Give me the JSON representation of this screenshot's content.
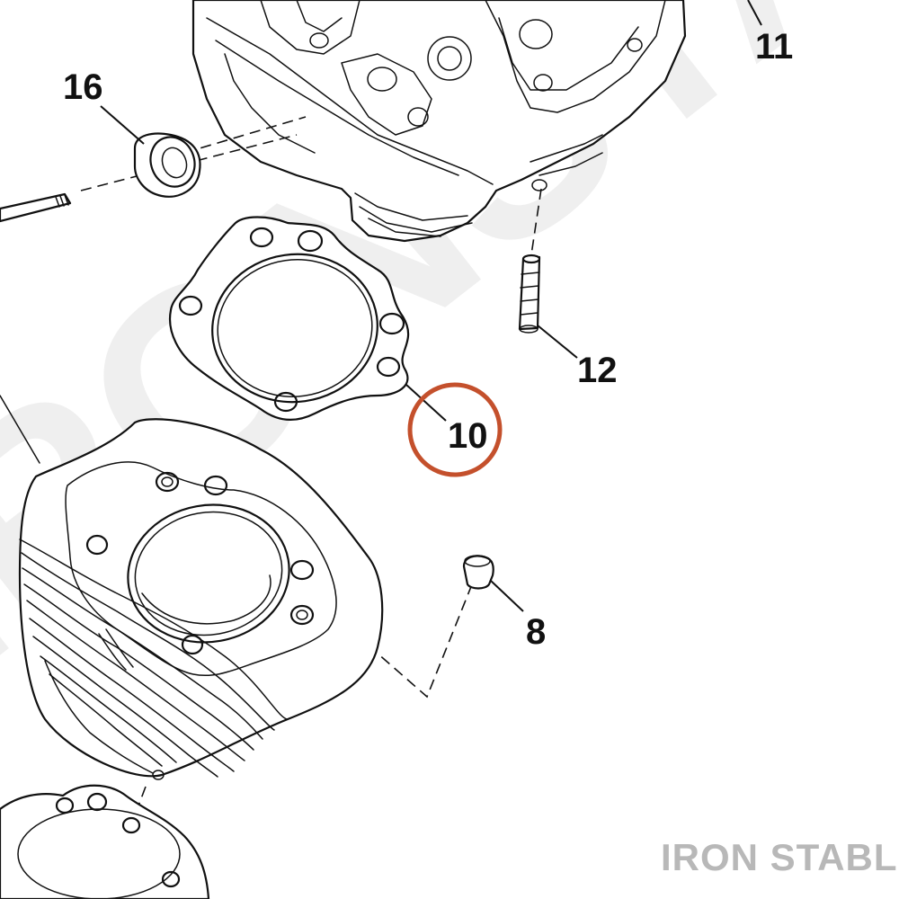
{
  "callouts": [
    {
      "id": "16",
      "label": "16"
    },
    {
      "id": "11",
      "label": "11"
    },
    {
      "id": "12",
      "label": "12"
    },
    {
      "id": "10",
      "label": "10"
    },
    {
      "id": "8",
      "label": "8"
    }
  ],
  "highlight": {
    "label": "10",
    "color": "#C4502C"
  },
  "brand": {
    "name": "IRON STABLE",
    "color": "#b8b8b8"
  },
  "watermark": {
    "text": "IRONSTABLE",
    "color": "#efefef"
  },
  "colors": {
    "line": "#111111",
    "background": "#ffffff"
  }
}
